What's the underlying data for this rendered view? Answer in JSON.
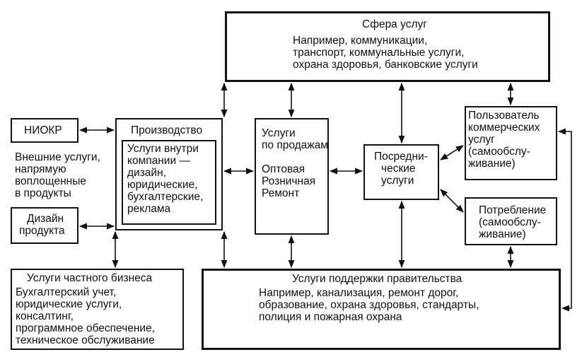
{
  "services_sphere": {
    "title": "Сфера услуг",
    "lines": [
      "Например, коммуникации,",
      "транспорт, коммунальные услуги,",
      "охрана здоровья, банковские услуги"
    ]
  },
  "niokr": {
    "label": "НИОКР"
  },
  "external_services": {
    "lines": [
      "Внешние услуги,",
      "напрямую",
      "воплощенные",
      "в продукты"
    ]
  },
  "product_design": {
    "lines": [
      "Дизайн",
      "продукта"
    ]
  },
  "production": {
    "title": "Производство",
    "inner_lines": [
      "Услуги внутри",
      "компании —",
      "дизайн,",
      "юридические,",
      "бухгалтерские,",
      "реклама"
    ]
  },
  "sales_services": {
    "lines": [
      "Услуги",
      "по продажам"
    ],
    "sub_lines": [
      "Оптовая",
      "Розничная",
      "Ремонт"
    ]
  },
  "intermediary": {
    "lines": [
      "Посредни-",
      "ческие",
      "услуги"
    ]
  },
  "commercial_user": {
    "lines": [
      "Пользователь",
      "коммерческих",
      "услуг",
      "(самообслу-",
      "живание)"
    ]
  },
  "consumption": {
    "lines": [
      "Потребление",
      "(самообслу-",
      "живание)"
    ]
  },
  "private_business": {
    "title": "Услуги частного бизнеса",
    "lines": [
      "Бухгалтерский учет,",
      "юридические услуги,",
      "консалтинг,",
      "программное обеспечение,",
      "техническое обслуживание"
    ]
  },
  "government": {
    "title": "Услуги поддержки правительства",
    "lines": [
      "Например, канализация, ремонт дорог,",
      "образование, охрана здоровья, стандарты,",
      "полиция и пожарная охрана"
    ]
  }
}
